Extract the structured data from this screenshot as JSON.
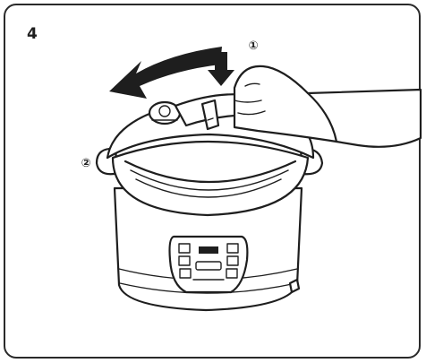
{
  "step": {
    "number": "4"
  },
  "callouts": [
    {
      "label": "①"
    },
    {
      "label": "②"
    }
  ]
}
